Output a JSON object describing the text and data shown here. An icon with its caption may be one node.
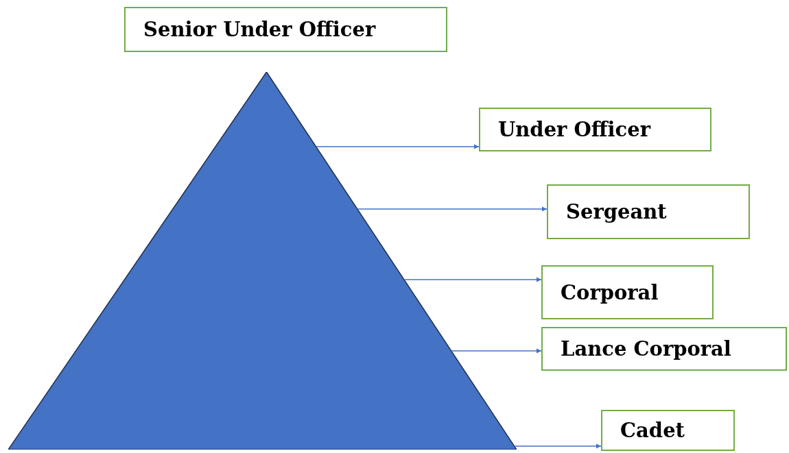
{
  "diagram": {
    "nodes": [
      {
        "text": [
          "Senior Under Officer"
        ]
      },
      {
        "text": [],
        "shape": "triangle"
      },
      {
        "text": [
          "Under Officer"
        ]
      },
      {
        "text": [
          "Sergeant"
        ]
      },
      {
        "text": [
          "Corporal"
        ]
      },
      {
        "text": [
          "Lance Corporal"
        ]
      },
      {
        "text": [
          "Cadet"
        ]
      }
    ],
    "edges": [
      {
        "from": 1,
        "to": 2,
        "arrow": "to"
      },
      {
        "from": 1,
        "to": 3,
        "arrow": "to"
      },
      {
        "from": 1,
        "to": 4,
        "arrow": "to"
      },
      {
        "from": 1,
        "to": 5,
        "arrow": "to"
      },
      {
        "from": 1,
        "to": 6,
        "arrow": "to"
      }
    ]
  }
}
